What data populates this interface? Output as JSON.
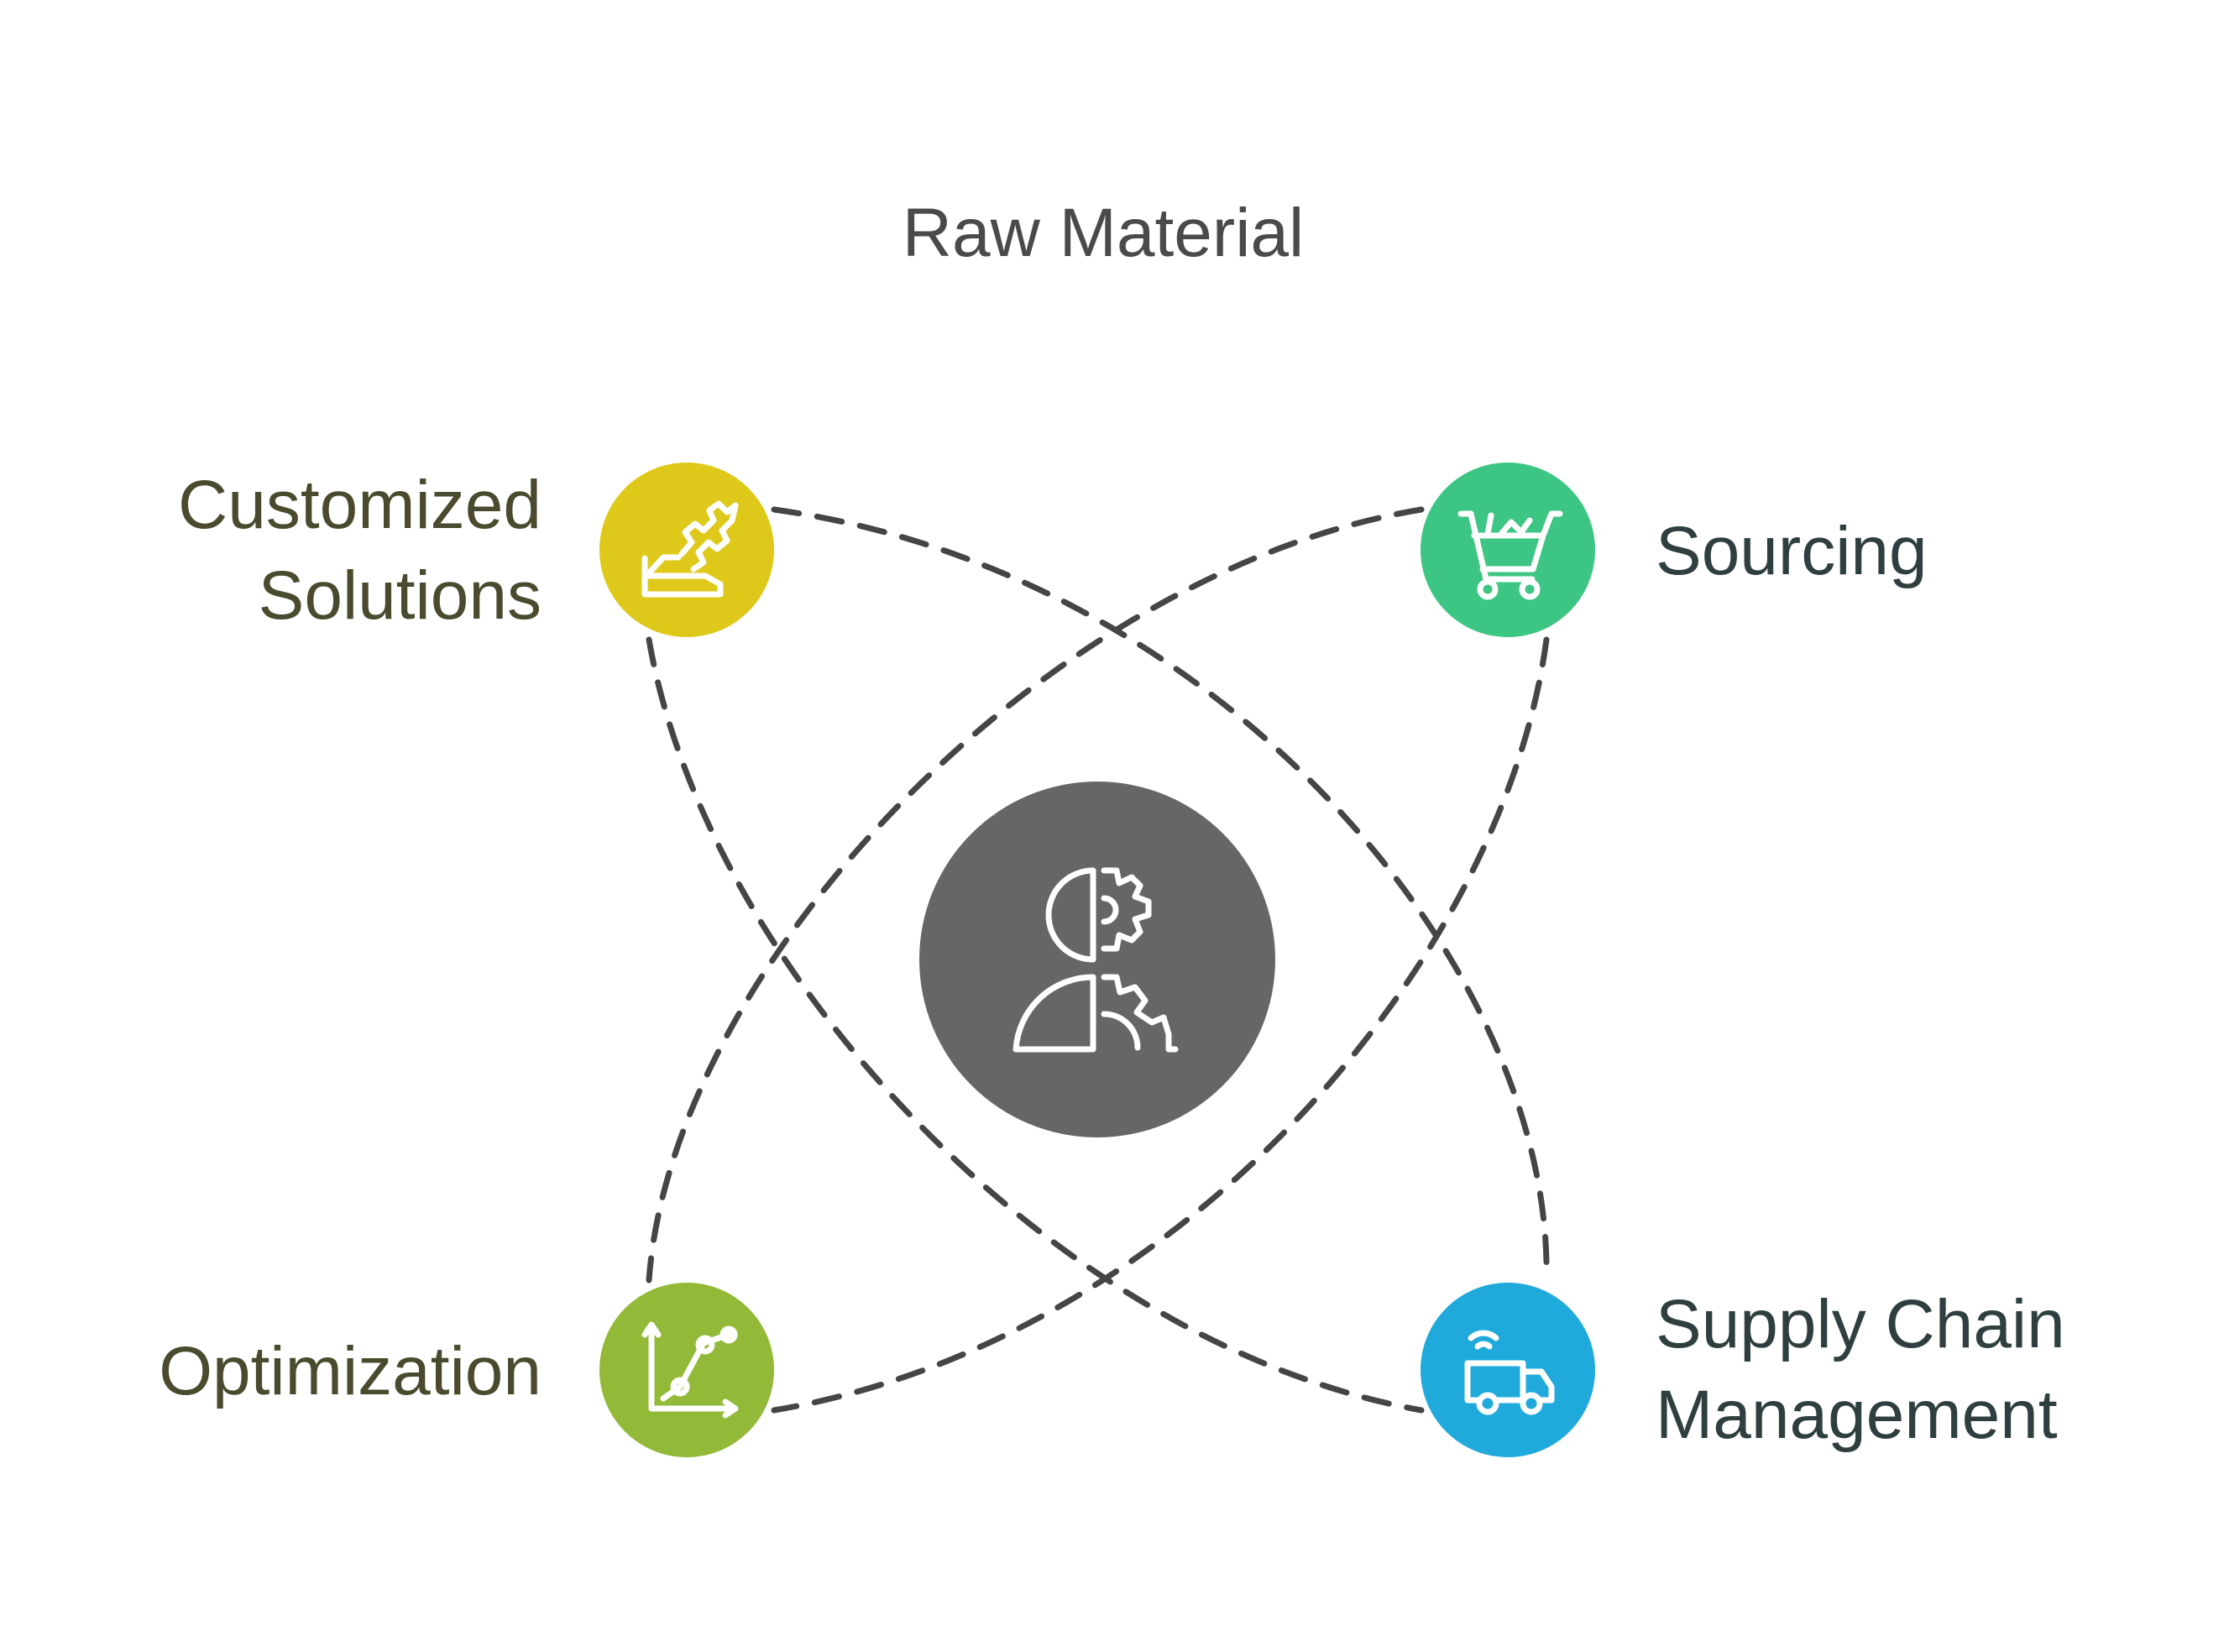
{
  "diagram": {
    "title": "Raw Material",
    "nodes": [
      {
        "id": "customized",
        "lines": [
          "Customized",
          "Solutions"
        ],
        "icon": "puzzle-hand-icon",
        "color": "#DEC91A"
      },
      {
        "id": "sourcing",
        "lines": [
          "Sourcing"
        ],
        "icon": "shopping-cart-icon",
        "color": "#3DC583"
      },
      {
        "id": "optimization",
        "lines": [
          "Optimization"
        ],
        "icon": "line-chart-icon",
        "color": "#92BA38"
      },
      {
        "id": "supply",
        "lines": [
          "Supply Chain",
          "Management"
        ],
        "icon": "delivery-truck-icon",
        "color": "#1FAADB"
      }
    ],
    "center": {
      "icon": "person-gears-icon",
      "color": "#666666"
    },
    "connector_color": "#454545"
  }
}
